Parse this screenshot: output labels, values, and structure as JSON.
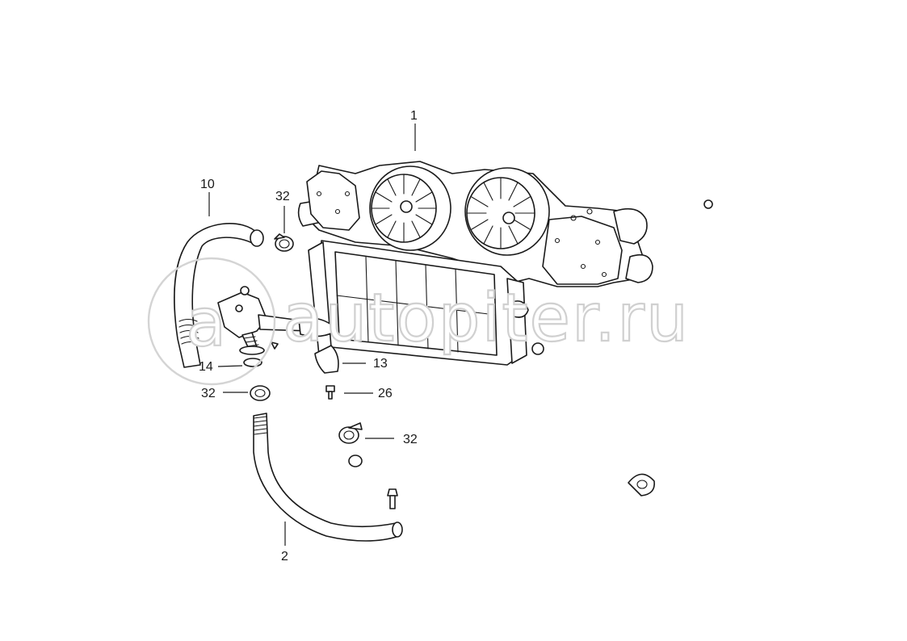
{
  "watermark": {
    "text": "autopiter.ru",
    "logo_letter": "a"
  },
  "callouts": [
    {
      "id": "c1",
      "label": "1"
    },
    {
      "id": "c10",
      "label": "10"
    },
    {
      "id": "c32a",
      "label": "32"
    },
    {
      "id": "c14",
      "label": "14"
    },
    {
      "id": "c32b",
      "label": "32"
    },
    {
      "id": "c13",
      "label": "13"
    },
    {
      "id": "c26",
      "label": "26"
    },
    {
      "id": "c32c",
      "label": "32"
    },
    {
      "id": "c2",
      "label": "2"
    }
  ]
}
